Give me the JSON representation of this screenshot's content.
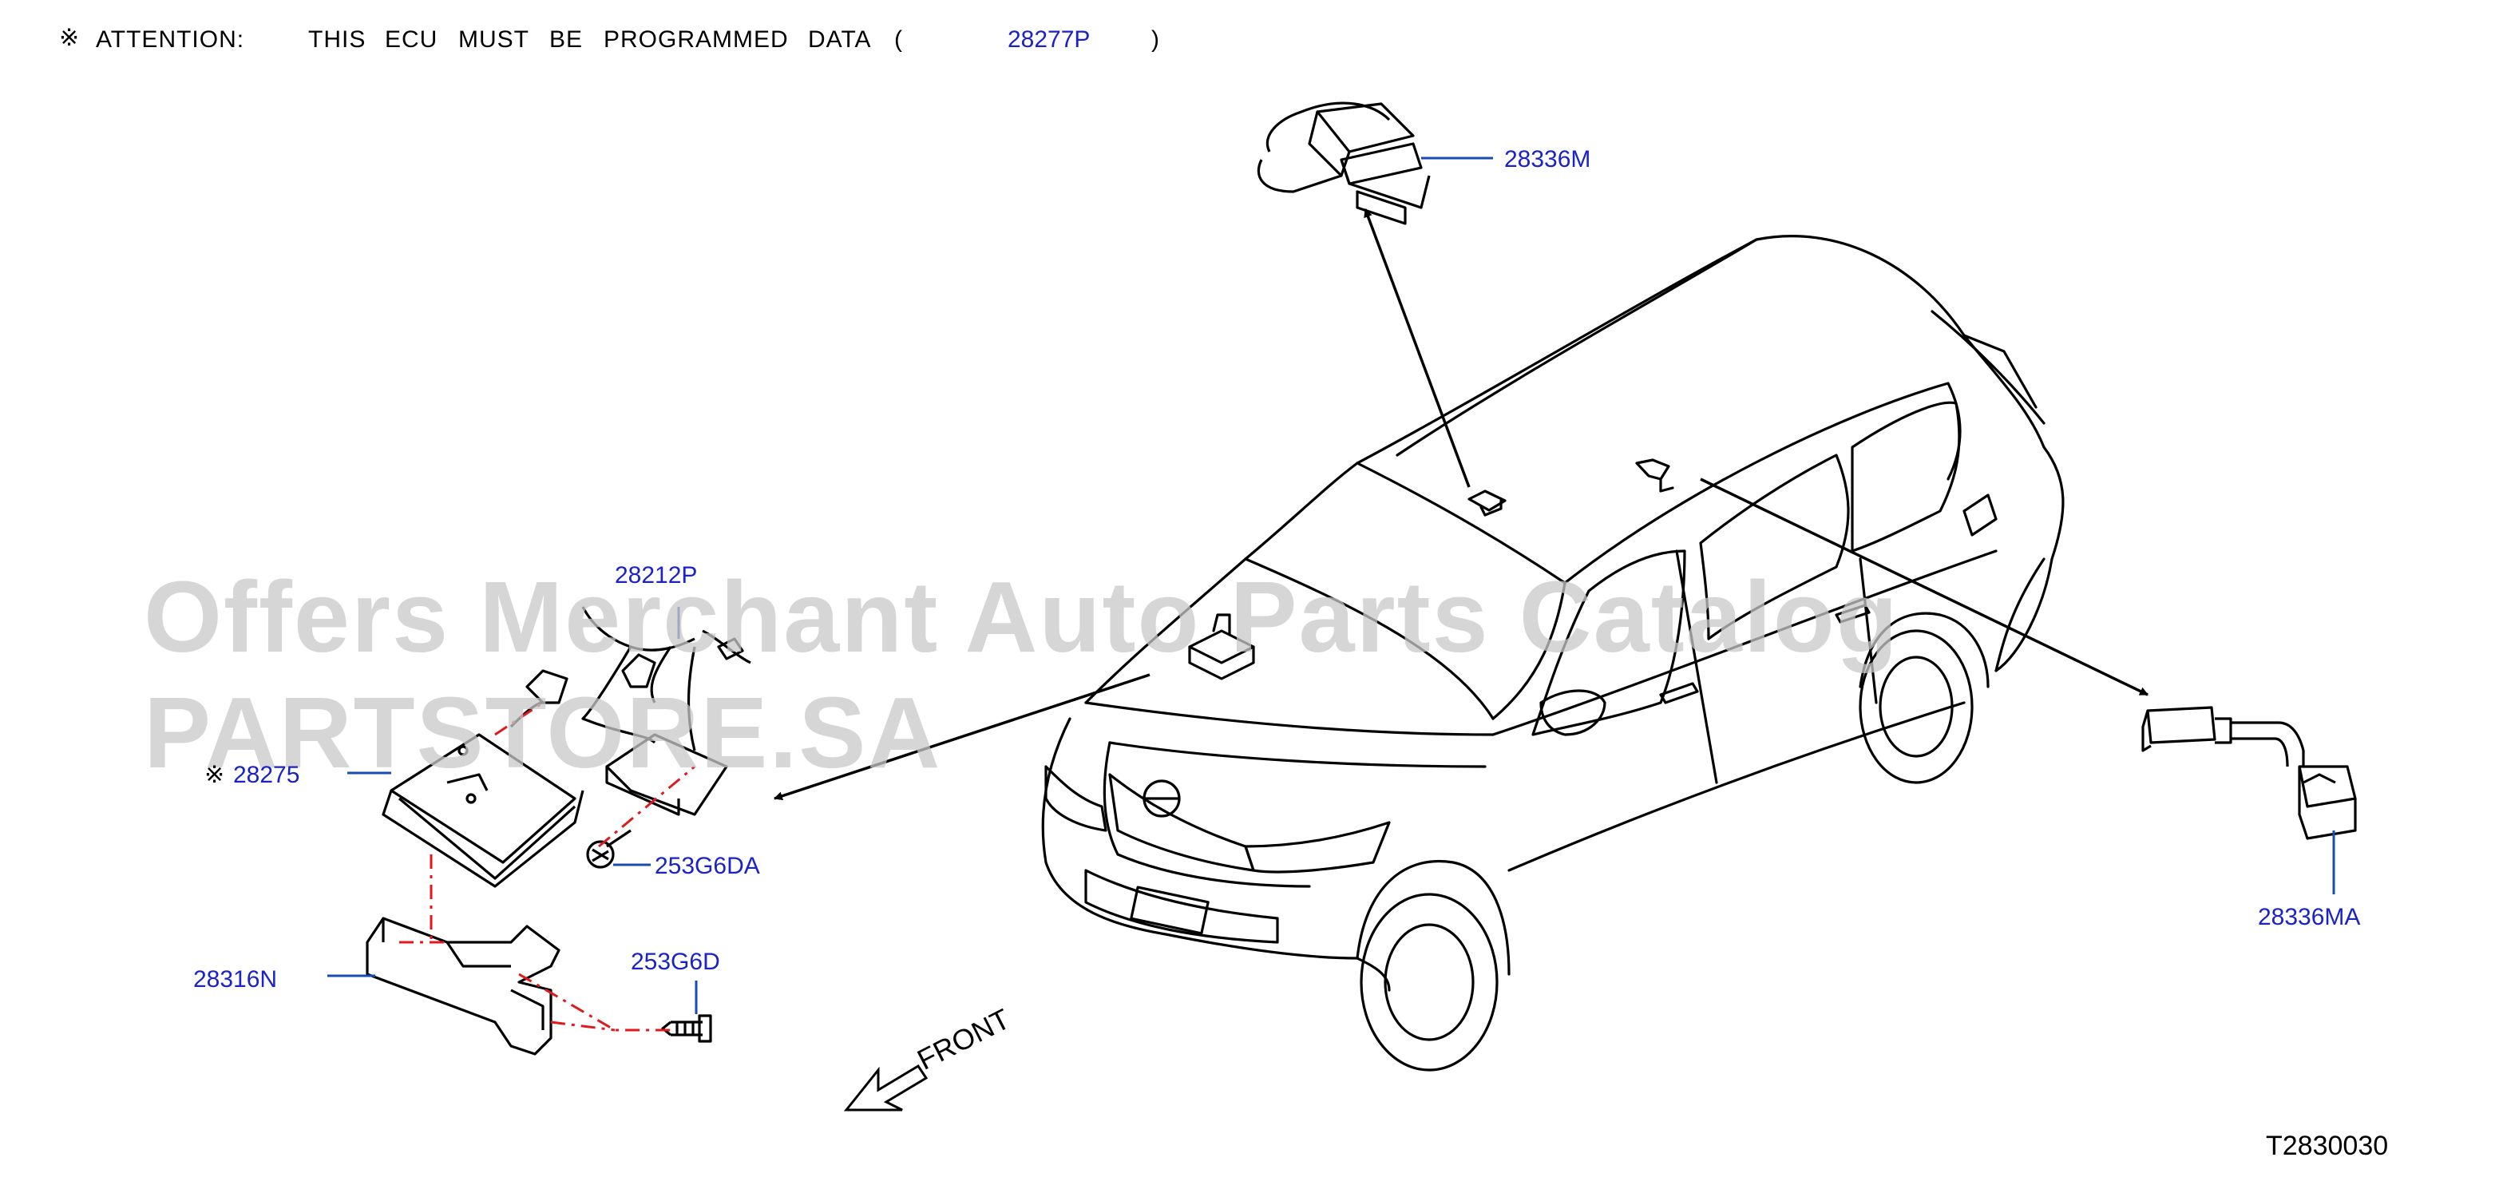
{
  "header": {
    "marker": "※",
    "attention": "ATTENTION:",
    "this": "THIS",
    "ecu": "ECU",
    "must": "MUST",
    "be": "BE",
    "programmed": "PROGRAMMED",
    "data": "DATA",
    "paren_open": "(",
    "part_number": "28277P",
    "paren_close": ")"
  },
  "parts": {
    "p28336M": "28336M",
    "p28212P": "28212P",
    "p28275_marker": "※",
    "p28275": "28275",
    "p253G6DA": "253G6DA",
    "p253G6D": "253G6D",
    "p28316N": "28316N",
    "p28336MA": "28336MA"
  },
  "labels": {
    "front": "FRONT",
    "diagram_code": "T2830030"
  },
  "watermark": "Offers Merchant Auto Parts Catalog PARTSTORE.SA",
  "colors": {
    "callout": "#1a22c8",
    "dash": "#e0191e",
    "line": "#000000",
    "watermark": "#c9c9c9"
  }
}
